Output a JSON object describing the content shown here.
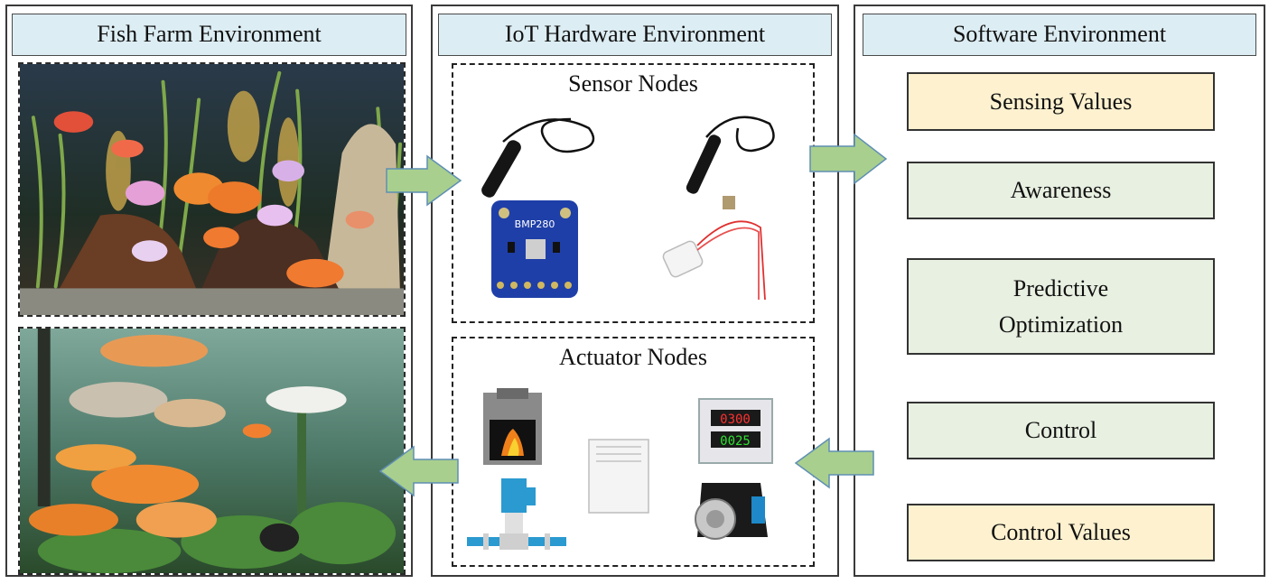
{
  "panels": {
    "fish_farm": {
      "title": "Fish Farm Environment"
    },
    "iot_hardware": {
      "title": "IoT Hardware Environment",
      "sensor_title": "Sensor Nodes",
      "actuator_title": "Actuator Nodes"
    },
    "software": {
      "title": "Software Environment",
      "boxes": [
        "Sensing Values",
        "Awareness",
        "Predictive Optimization",
        "Control",
        "Control Values"
      ]
    }
  },
  "devices": {
    "sensors": [
      "probe-sensor-icon",
      "bmp280-board-icon",
      "probe-sensor-icon",
      "temperature-probe-icon"
    ],
    "actuators": [
      "heater-icon",
      "controller-display-icon",
      "air-conditioner-icon",
      "pump-icon",
      "feeder-icon"
    ],
    "controller_readout": {
      "top": "0300",
      "bottom": "0025"
    },
    "bmp_label": "BMP280"
  },
  "colors": {
    "arrow_fill": "#a9cf8e",
    "arrow_stroke": "#5f8fb3",
    "title_fill": "#dcedf3",
    "box_yellow": "#fdf1cf",
    "box_green": "#e8f0e1"
  }
}
